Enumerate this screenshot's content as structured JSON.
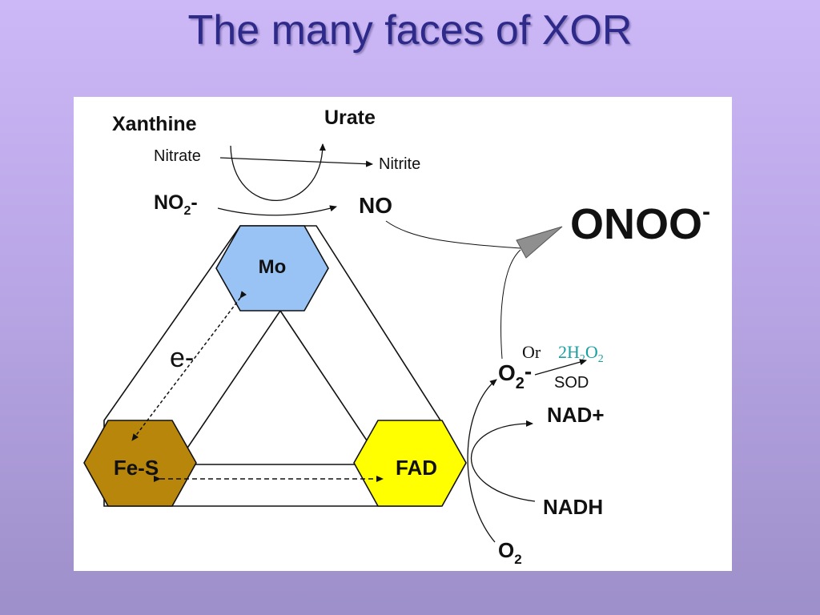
{
  "title": "The many faces of XOR",
  "colors": {
    "title": "#2d2a8a",
    "mo": "#99c3f5",
    "fes": "#b8860b",
    "fad": "#ffff00",
    "h2o2": "#1aa0a0"
  },
  "labels": {
    "xanthine": "Xanthine",
    "urate": "Urate",
    "nitrate": "Nitrate",
    "nitrite": "Nitrite",
    "no2": "NO",
    "no2_sub": "2",
    "no2_charge": "-",
    "no": "NO",
    "onoo": "ONOO",
    "onoo_charge": "-",
    "mo": "Mo",
    "fes": "Fe-S",
    "fad": "FAD",
    "electron": "e-",
    "or": "Or",
    "h2o2_h": "2H",
    "h2o2_sub1": "2",
    "h2o2_o": "O",
    "h2o2_sub2": "2",
    "superoxide": "O",
    "superoxide_sub": "2",
    "superoxide_charge": "-",
    "sod": "SOD",
    "nad_plus": "NAD+",
    "nadh": "NADH",
    "o2": "O",
    "o2_sub": "2"
  }
}
